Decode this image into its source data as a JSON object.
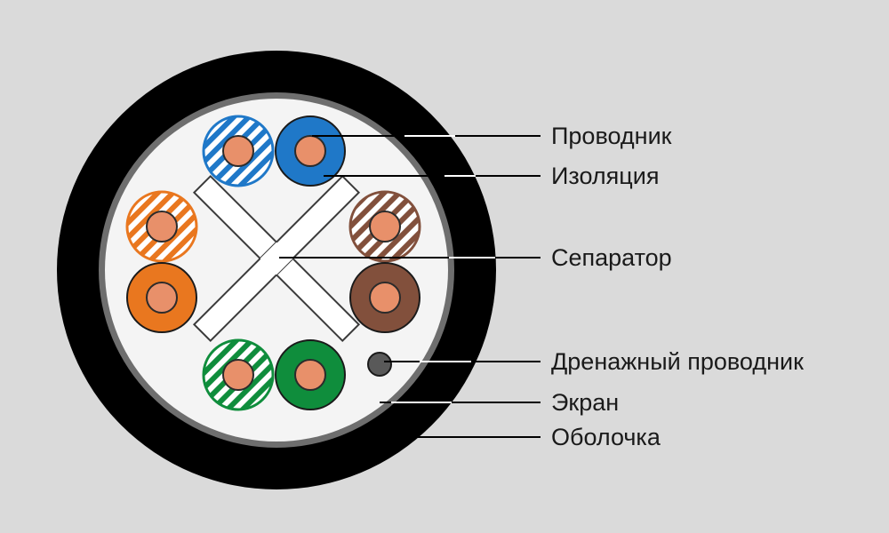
{
  "diagram": {
    "labels": {
      "conductor": "Проводник",
      "insulation": "Изоляция",
      "separator": "Сепаратор",
      "drain_wire": "Дренажный проводник",
      "shield": "Экран",
      "jacket": "Оболочка"
    },
    "colors": {
      "background": "#dadada",
      "jacket": "#000000",
      "shield": "#6e6e6e",
      "interior": "#f4f4f4",
      "copper": "#e8906a",
      "blue": "#1f78c8",
      "orange": "#e9771f",
      "brown": "#82503c",
      "green": "#0f8d3c",
      "drain": "#595959"
    },
    "pairs": [
      {
        "color": "blue",
        "solid_wire": "blue",
        "striped_wire": "white-blue"
      },
      {
        "color": "orange",
        "solid_wire": "orange",
        "striped_wire": "white-orange"
      },
      {
        "color": "brown",
        "solid_wire": "brown",
        "striped_wire": "white-brown"
      },
      {
        "color": "green",
        "solid_wire": "green",
        "striped_wire": "white-green"
      }
    ]
  }
}
